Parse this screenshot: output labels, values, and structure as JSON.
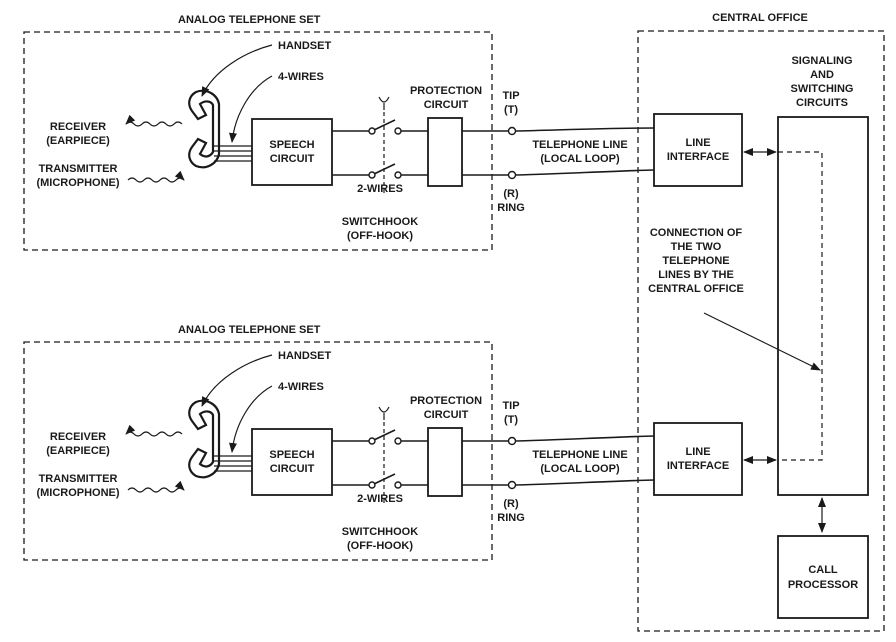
{
  "telephone_sets": [
    {
      "title": "ANALOG TELEPHONE SET",
      "handset": "HANDSET",
      "four_wires": "4-WIRES",
      "receiver": [
        "RECEIVER",
        "(EARPIECE)"
      ],
      "transmitter": [
        "TRANSMITTER",
        "(MICROPHONE)"
      ],
      "speech_circuit": [
        "SPEECH",
        "CIRCUIT"
      ],
      "protection_circuit": [
        "PROTECTION",
        "CIRCUIT"
      ],
      "two_wires": "2-WIRES",
      "switchhook": [
        "SWITCHHOOK",
        "(OFF-HOOK)"
      ],
      "tip": [
        "TIP",
        "(T)"
      ],
      "ring": [
        "(R)",
        "RING"
      ],
      "telephone_line": [
        "TELEPHONE LINE",
        "(LOCAL LOOP)"
      ]
    },
    {
      "title": "ANALOG TELEPHONE SET",
      "handset": "HANDSET",
      "four_wires": "4-WIRES",
      "receiver": [
        "RECEIVER",
        "(EARPIECE)"
      ],
      "transmitter": [
        "TRANSMITTER",
        "(MICROPHONE)"
      ],
      "speech_circuit": [
        "SPEECH",
        "CIRCUIT"
      ],
      "protection_circuit": [
        "PROTECTION",
        "CIRCUIT"
      ],
      "two_wires": "2-WIRES",
      "switchhook": [
        "SWITCHHOOK",
        "(OFF-HOOK)"
      ],
      "tip": [
        "TIP",
        "(T)"
      ],
      "ring": [
        "(R)",
        "RING"
      ],
      "telephone_line": [
        "TELEPHONE LINE",
        "(LOCAL LOOP)"
      ]
    }
  ],
  "central_office": {
    "title": "CENTRAL OFFICE",
    "signaling": [
      "SIGNALING",
      "AND",
      "SWITCHING",
      "CIRCUITS"
    ],
    "line_interfaces": [
      [
        "LINE",
        "INTERFACE"
      ],
      [
        "LINE",
        "INTERFACE"
      ]
    ],
    "connection_note": [
      "CONNECTION OF",
      "THE TWO",
      "TELEPHONE",
      "LINES BY THE",
      "CENTRAL OFFICE"
    ],
    "call_processor": [
      "CALL",
      "PROCESSOR"
    ]
  }
}
